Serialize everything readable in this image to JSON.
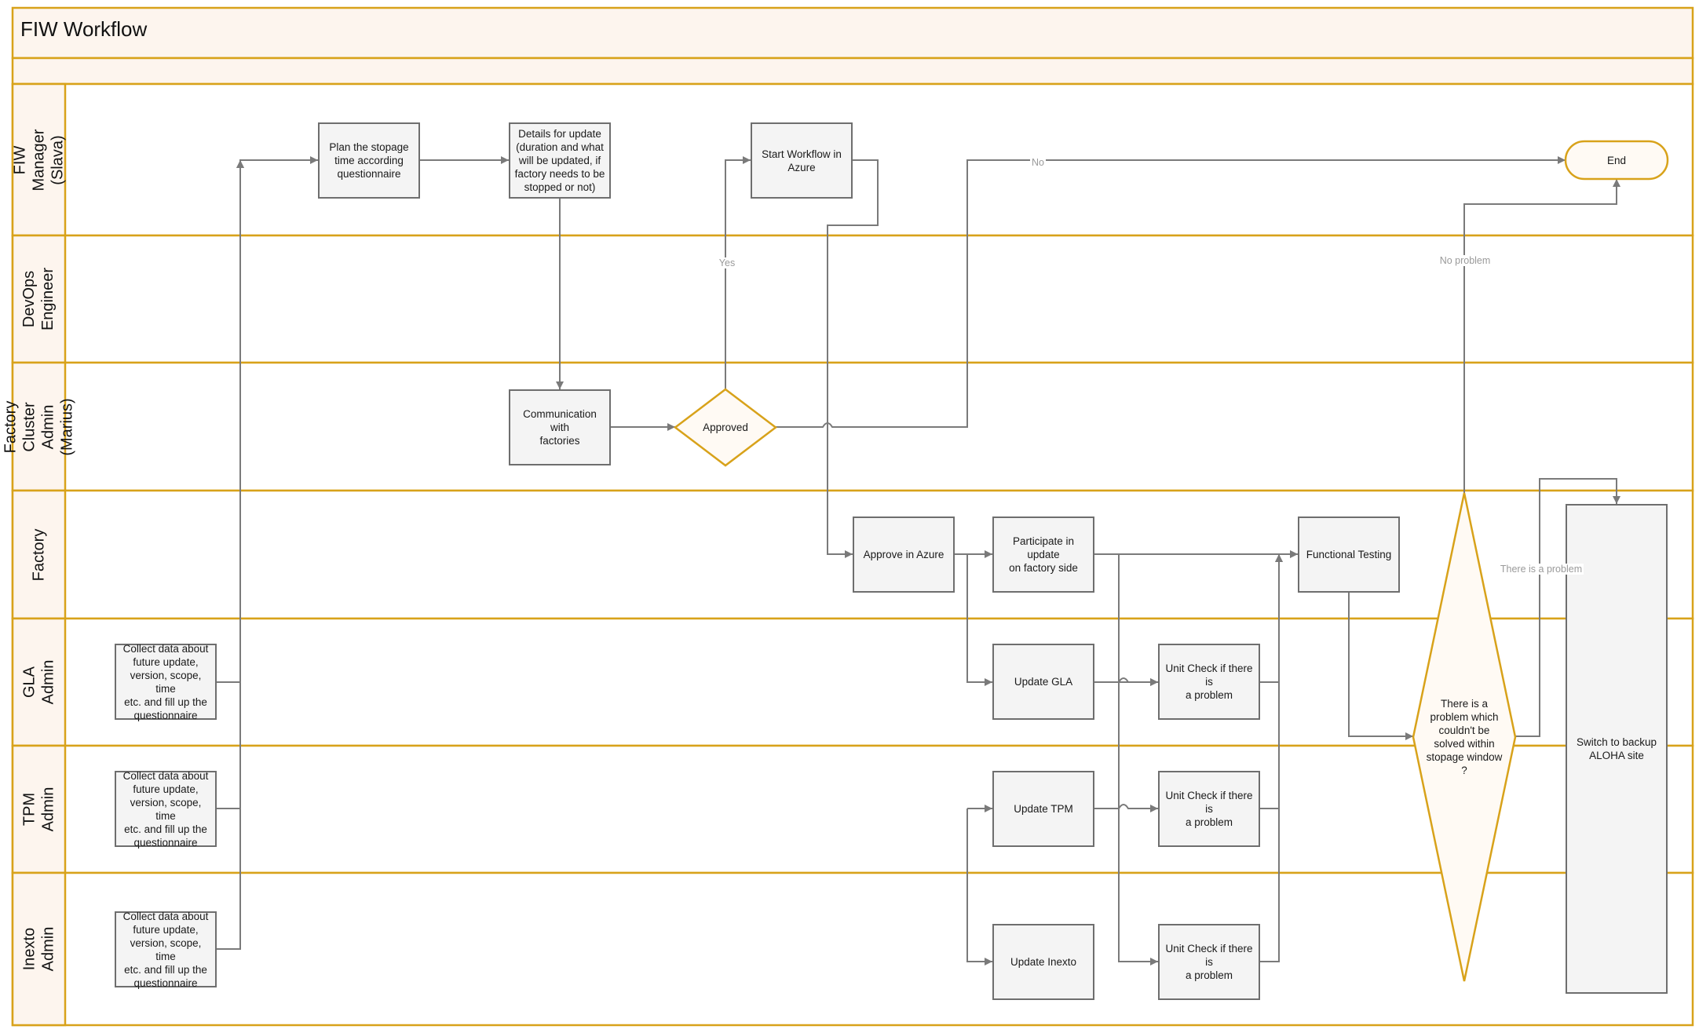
{
  "title": "FIW Workflow",
  "colors": {
    "frame": "#d8a21a",
    "header_fill": "#fdf5ee",
    "node_fill": "#f4f4f4",
    "node_border": "#6e6e6e",
    "decision_border": "#d8a21a",
    "decision_fill": "#fffaf4",
    "connector": "#7a7a7a",
    "edge_label": "#9a9a9a"
  },
  "lanes": [
    {
      "id": "fiw_manager",
      "label": "FIW Manager\n(Slava)"
    },
    {
      "id": "devops",
      "label": "DevOps\nEngineer"
    },
    {
      "id": "factory_cluster_admin",
      "label": "Factory Cluster\nAdmin (Marius)"
    },
    {
      "id": "factory",
      "label": "Factory"
    },
    {
      "id": "gla_admin",
      "label": "GLA Admin"
    },
    {
      "id": "tpm_admin",
      "label": "TPM Admin"
    },
    {
      "id": "inexto_admin",
      "label": "Inexto Admin"
    }
  ],
  "nodes": {
    "collect_gla": {
      "label": "Collect data about\nfuture update,\nversion, scope, time\netc. and fill up the\nquestionnaire",
      "shape": "process"
    },
    "collect_tpm": {
      "label": "Collect data about\nfuture update,\nversion, scope, time\netc. and fill up the\nquestionnaire",
      "shape": "process"
    },
    "collect_inexto": {
      "label": "Collect data about\nfuture update,\nversion, scope, time\netc. and fill up the\nquestionnaire",
      "shape": "process"
    },
    "plan_stopage": {
      "label": "Plan the stopage\ntime according\nquestionnaire",
      "shape": "process"
    },
    "details_update": {
      "label": "Details for update\n(duration and what\nwill be updated, if\nfactory needs to be\nstopped or not)",
      "shape": "process"
    },
    "communication": {
      "label": "Communication with\nfactories",
      "shape": "process"
    },
    "approved": {
      "label": "Approved",
      "shape": "decision"
    },
    "start_workflow": {
      "label": "Start Workflow in\nAzure",
      "shape": "process"
    },
    "approve_azure": {
      "label": "Approve in Azure",
      "shape": "process"
    },
    "participate": {
      "label": "Participate in update\non factory side",
      "shape": "process"
    },
    "update_gla": {
      "label": "Update GLA",
      "shape": "process"
    },
    "update_tpm": {
      "label": "Update TPM",
      "shape": "process"
    },
    "update_inexto": {
      "label": "Update Inexto",
      "shape": "process"
    },
    "unit_check_gla": {
      "label": "Unit Check if there is\na problem",
      "shape": "process"
    },
    "unit_check_tpm": {
      "label": "Unit Check if there is\na problem",
      "shape": "process"
    },
    "unit_check_inexto": {
      "label": "Unit Check if there is\na problem",
      "shape": "process"
    },
    "functional_testing": {
      "label": "Functional Testing",
      "shape": "process"
    },
    "problem_decision": {
      "label": "There is a\nproblem which\ncouldn't be\nsolved within\nstopage window\n?",
      "shape": "decision"
    },
    "switch_backup": {
      "label": "Switch to backup\nALOHA site",
      "shape": "process"
    },
    "end": {
      "label": "End",
      "shape": "terminator"
    }
  },
  "edges": [
    {
      "from": "collect_gla",
      "to": "plan_stopage",
      "label": ""
    },
    {
      "from": "collect_tpm",
      "to": "plan_stopage",
      "label": ""
    },
    {
      "from": "collect_inexto",
      "to": "plan_stopage",
      "label": ""
    },
    {
      "from": "plan_stopage",
      "to": "details_update",
      "label": ""
    },
    {
      "from": "details_update",
      "to": "communication",
      "label": ""
    },
    {
      "from": "communication",
      "to": "approved",
      "label": ""
    },
    {
      "from": "approved",
      "to": "start_workflow",
      "label": "Yes"
    },
    {
      "from": "approved",
      "to": "end",
      "label": "No"
    },
    {
      "from": "start_workflow",
      "to": "approve_azure",
      "label": ""
    },
    {
      "from": "approve_azure",
      "to": "participate",
      "label": ""
    },
    {
      "from": "approve_azure",
      "to": "update_gla",
      "label": ""
    },
    {
      "from": "approve_azure",
      "to": "update_tpm",
      "label": ""
    },
    {
      "from": "approve_azure",
      "to": "update_inexto",
      "label": ""
    },
    {
      "from": "participate",
      "to": "functional_testing",
      "label": ""
    },
    {
      "from": "participate",
      "to": "unit_check_gla",
      "label": ""
    },
    {
      "from": "participate",
      "to": "unit_check_tpm",
      "label": ""
    },
    {
      "from": "participate",
      "to": "unit_check_inexto",
      "label": ""
    },
    {
      "from": "update_gla",
      "to": "unit_check_gla",
      "label": ""
    },
    {
      "from": "update_tpm",
      "to": "unit_check_tpm",
      "label": ""
    },
    {
      "from": "update_inexto",
      "to": "unit_check_inexto",
      "label": ""
    },
    {
      "from": "unit_check_gla",
      "to": "functional_testing",
      "label": ""
    },
    {
      "from": "unit_check_tpm",
      "to": "functional_testing",
      "label": ""
    },
    {
      "from": "unit_check_inexto",
      "to": "functional_testing",
      "label": ""
    },
    {
      "from": "functional_testing",
      "to": "problem_decision",
      "label": ""
    },
    {
      "from": "problem_decision",
      "to": "end",
      "label": "No problem"
    },
    {
      "from": "problem_decision",
      "to": "switch_backup",
      "label": "There is a problem"
    }
  ]
}
